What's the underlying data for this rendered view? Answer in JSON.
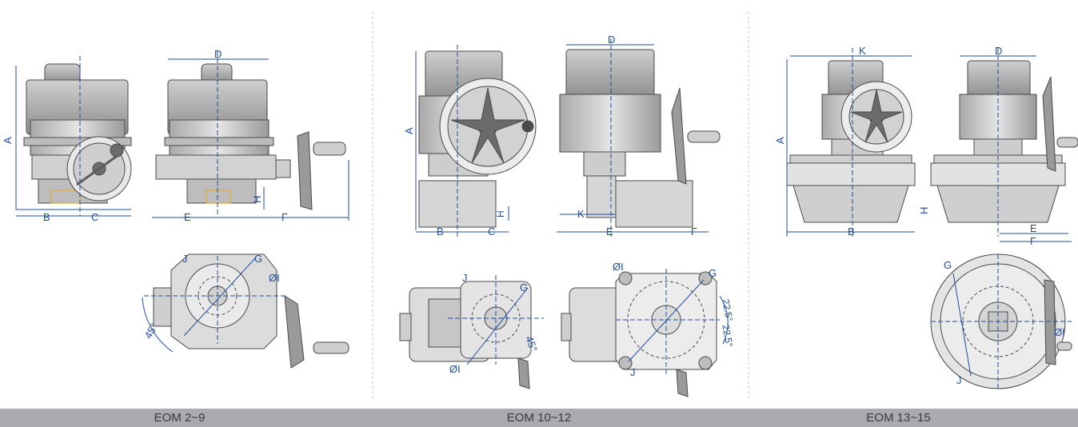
{
  "models": [
    {
      "name": "EOM 2~9",
      "side_view_labels": {
        "A": "A",
        "B": "B",
        "C": "C"
      },
      "front_view_labels": {
        "D": "D",
        "E": "E",
        "F": "F",
        "H": "H"
      },
      "top_view_labels": {
        "J": "J",
        "G": "G",
        "I": "ØI",
        "angle": "45°"
      }
    },
    {
      "name": "EOM 10~12",
      "side_view_labels": {
        "A": "A",
        "B": "B",
        "C": "C",
        "H": "H"
      },
      "front_view_labels": {
        "D": "D",
        "E": "E",
        "F": "F",
        "K": "K"
      },
      "top_view_left_labels": {
        "J": "J",
        "G": "G",
        "I": "ØI",
        "angle": "45°"
      },
      "top_view_right_labels": {
        "I": "ØI",
        "G": "G",
        "J": "J",
        "angle1": "22.5°",
        "angle2": "22.5°"
      }
    },
    {
      "name": "EOM 13~15",
      "side_view_labels": {
        "K": "K",
        "A": "A",
        "H": "H",
        "B": "B"
      },
      "front_view_labels": {
        "D": "D",
        "E": "E",
        "F": "F"
      },
      "top_view_labels": {
        "G": "G",
        "I": "ØI",
        "J": "J"
      }
    }
  ],
  "colors": {
    "outline": "#4a4a4a",
    "fill": "#d9d9d9",
    "dark": "#5e5e5e",
    "dimension": "#1f4e9c",
    "footer_bg": "#a9abae",
    "divider": "#bfbfbf",
    "flange_accent": "#d8b24a"
  }
}
